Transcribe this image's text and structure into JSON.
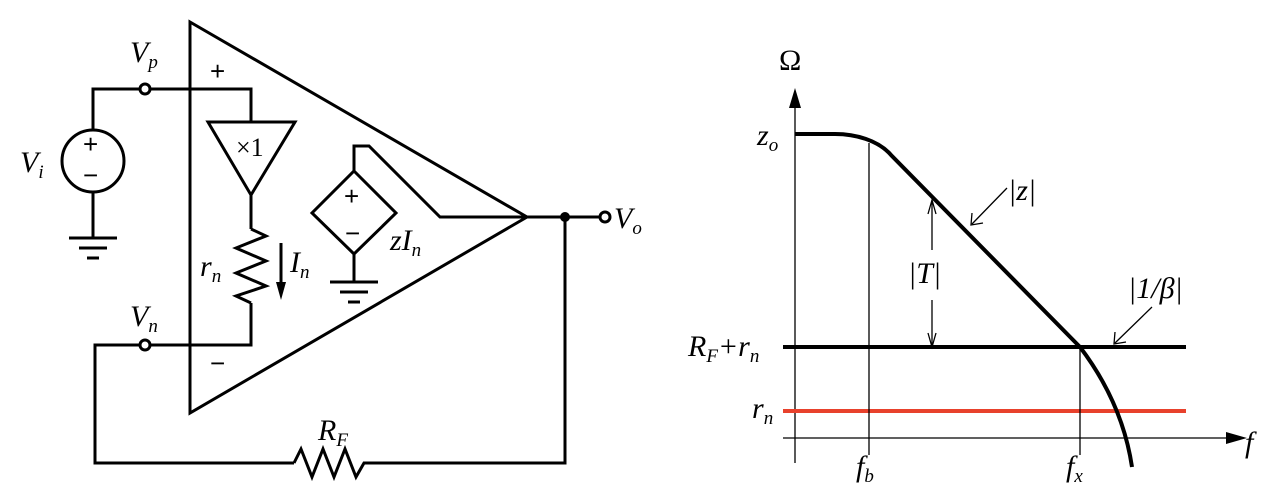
{
  "circuit": {
    "vp": {
      "main": "V",
      "sub": "p"
    },
    "vi": {
      "main": "V",
      "sub": "i"
    },
    "vn": {
      "main": "V",
      "sub": "n"
    },
    "vo": {
      "main": "V",
      "sub": "o"
    },
    "rn": {
      "main": "r",
      "sub": "n"
    },
    "in": {
      "main": "I",
      "sub": "n"
    },
    "zin": {
      "main": "zI",
      "sub": "n"
    },
    "rf": {
      "main": "R",
      "sub": "F"
    },
    "buffer_gain": "×1",
    "plus": "+",
    "minus": "−"
  },
  "plot": {
    "y_unit": "Ω",
    "x_label": "f",
    "zo": {
      "main": "z",
      "sub": "o"
    },
    "rf_rn": {
      "main": "R",
      "sub": "F",
      "mid": "+r",
      "sub2": "n"
    },
    "rn": {
      "main": "r",
      "sub": "n"
    },
    "fb": {
      "main": "f",
      "sub": "b"
    },
    "fx": {
      "main": "f",
      "sub": "x"
    },
    "z_mag": "|z|",
    "t_mag": "|T|",
    "beta_mag": "|1/β|",
    "colors": {
      "rn_line": "#e8412c",
      "curves": "#000000"
    }
  }
}
